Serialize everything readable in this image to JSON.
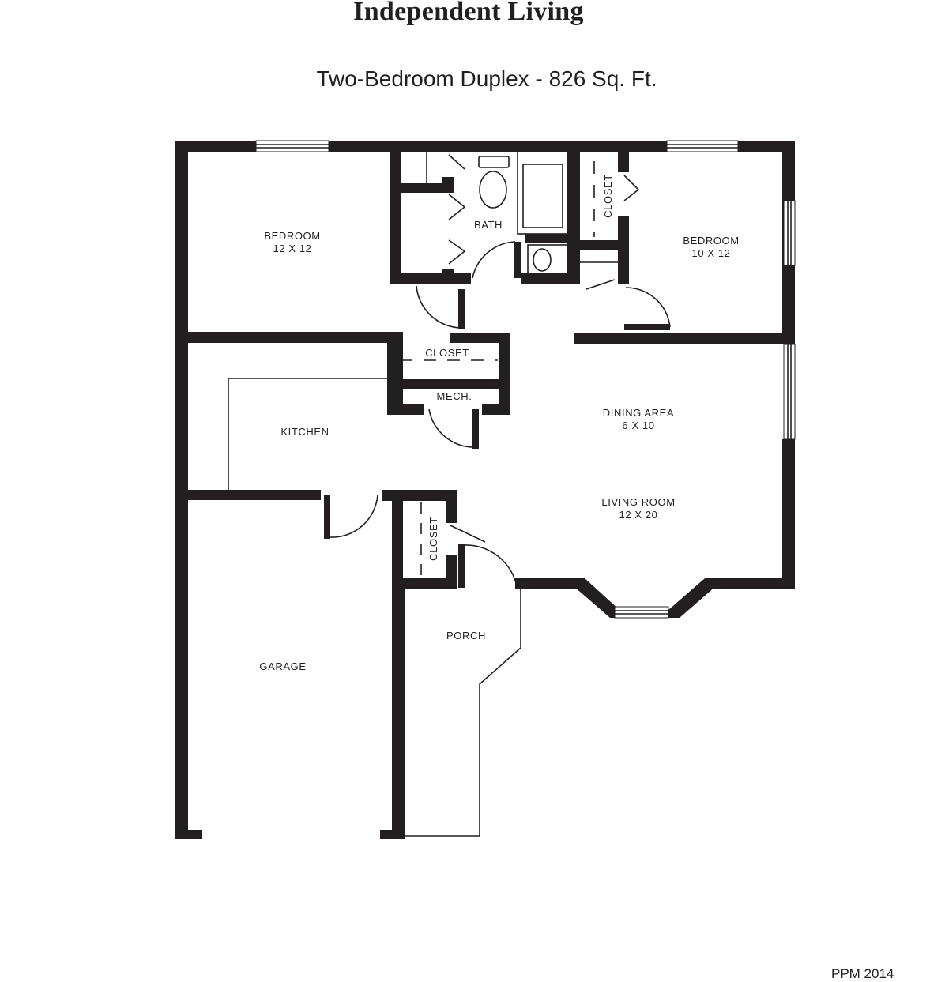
{
  "header": {
    "title": "Independent Living",
    "subtitle": "Two-Bedroom Duplex - 826 Sq. Ft."
  },
  "rooms": {
    "bedroom_1": {
      "name": "BEDROOM",
      "size": "12 X 12"
    },
    "bath": {
      "name": "BATH"
    },
    "closet_bedroom2": {
      "name": "CLOSET"
    },
    "bedroom_2": {
      "name": "BEDROOM",
      "size": "10 X 12"
    },
    "closet_hall": {
      "name": "CLOSET"
    },
    "mech": {
      "name": "MECH."
    },
    "kitchen": {
      "name": "KITCHEN"
    },
    "dining": {
      "name": "DINING AREA",
      "size": "6 X 10"
    },
    "living": {
      "name": "LIVING ROOM",
      "size": "12 X 20"
    },
    "closet_entry": {
      "name": "CLOSET"
    },
    "porch": {
      "name": "PORCH"
    },
    "garage": {
      "name": "GARAGE"
    }
  },
  "footer": {
    "credit": "PPM 2014"
  },
  "colors": {
    "wall": "#231f20",
    "background": "#ffffff"
  }
}
